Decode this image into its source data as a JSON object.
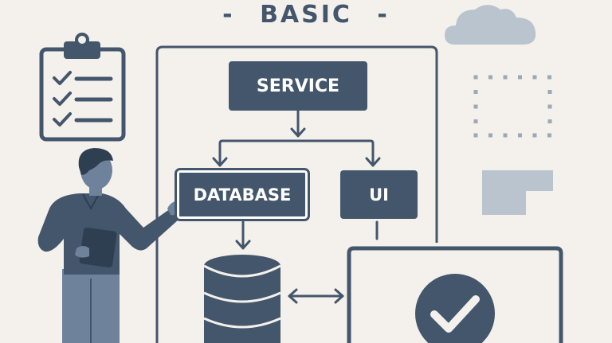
{
  "title": {
    "text": "BASIC",
    "prefix": "-",
    "suffix": "-"
  },
  "nodes": {
    "service": "SERVICE",
    "database": "DATABASE",
    "ui": "UI"
  },
  "colors": {
    "background": "#f4f1ec",
    "primary": "#44566c",
    "muted": "#b9c4cf",
    "skin": "#6f829b"
  },
  "icons": [
    "clipboard-checklist-icon",
    "cloud-icon",
    "dotted-frame-icon",
    "corner-shape-icon",
    "database-cylinder-icon",
    "bidirectional-arrow-icon",
    "checkmark-icon",
    "person-presenter-icon",
    "tablet-icon"
  ]
}
